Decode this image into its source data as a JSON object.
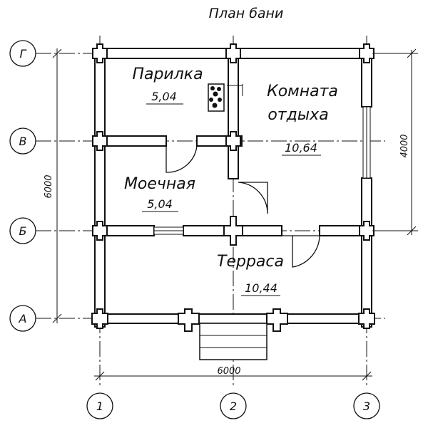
{
  "title": "План бани",
  "rooms": [
    {
      "name": "Парилка",
      "area": "5,04"
    },
    {
      "name": "Комната",
      "name2": "отдыха",
      "area": "10,64"
    },
    {
      "name": "Моечная",
      "area": "5,04"
    },
    {
      "name": "Терраса",
      "area": "10,44"
    }
  ],
  "dimensions": {
    "left_height": "6000",
    "right_height": "4000",
    "bottom_width": "6000"
  },
  "axes": {
    "rows": [
      "Г",
      "В",
      "Б",
      "А"
    ],
    "columns": [
      "1",
      "2",
      "3"
    ]
  },
  "icons": [
    "stove-icon"
  ]
}
